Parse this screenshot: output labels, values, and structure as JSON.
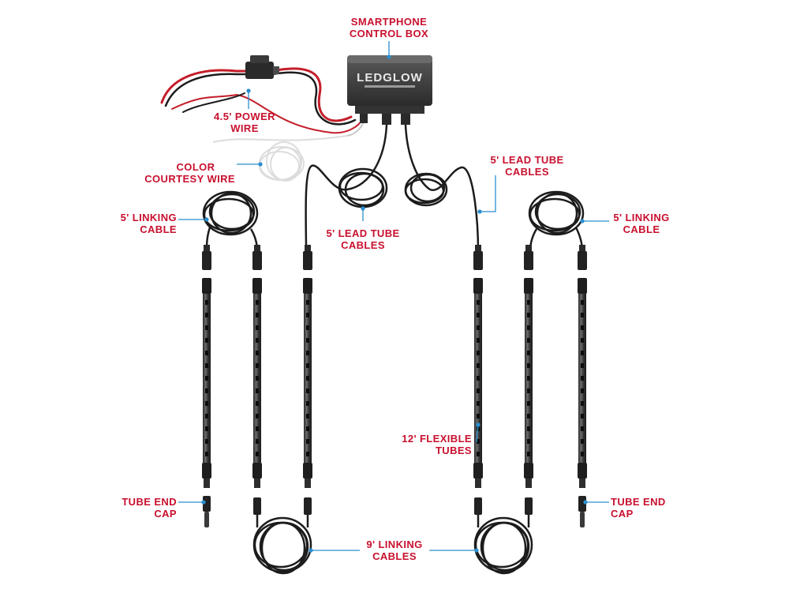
{
  "brand": {
    "logo_text": "LEDGLOW"
  },
  "colors": {
    "label": "#c8102e",
    "leader": "#2a8fd0",
    "cable": "#1c1c1c",
    "power_red": "#c41e2a"
  },
  "labels": {
    "control_box": {
      "line1": "SMARTPHONE",
      "line2": "CONTROL BOX"
    },
    "power_wire": {
      "line1": "4.5' POWER",
      "line2": "WIRE"
    },
    "courtesy_wire": {
      "line1": "COLOR",
      "line2": "COURTESY WIRE"
    },
    "lead_tube_left": {
      "line1": "5' LEAD TUBE",
      "line2": "CABLES"
    },
    "lead_tube_right": {
      "line1": "5' LEAD TUBE",
      "line2": "CABLES"
    },
    "linking_left": {
      "line1": "5' LINKING",
      "line2": "CABLE"
    },
    "linking_right": {
      "line1": "5' LINKING",
      "line2": "CABLE"
    },
    "flexible_tubes": {
      "line1": "12' FLEXIBLE",
      "line2": "TUBES"
    },
    "end_cap_left": {
      "line1": "TUBE END",
      "line2": "CAP"
    },
    "end_cap_right": {
      "line1": "TUBE END",
      "line2": "CAP"
    },
    "linking_9ft": {
      "line1": "9' LINKING",
      "line2": "CABLES"
    }
  }
}
